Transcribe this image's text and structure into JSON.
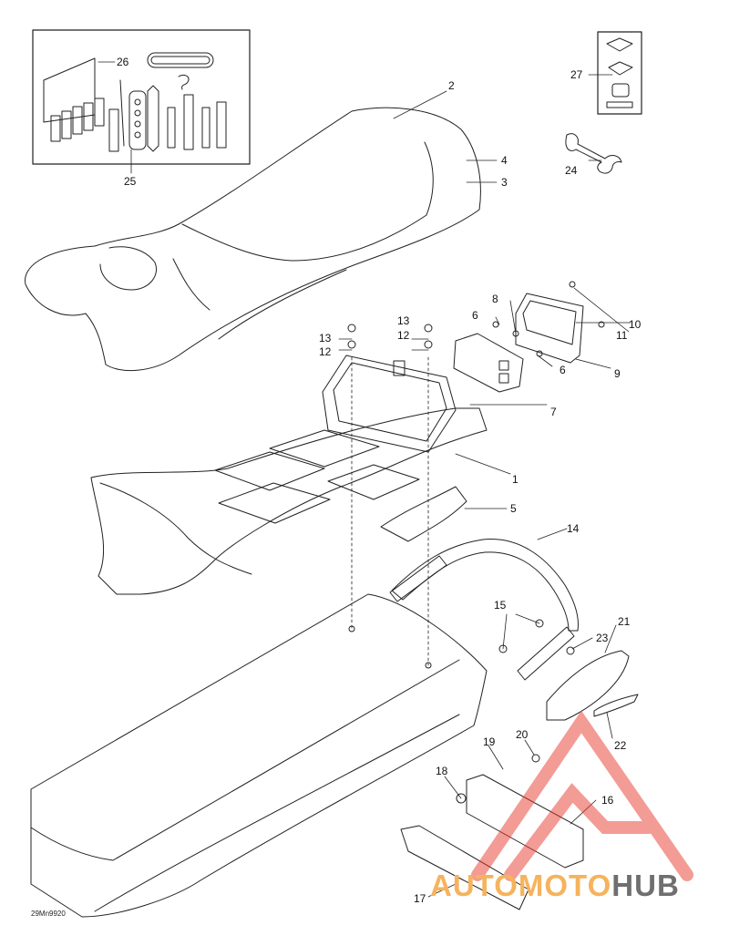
{
  "callouts": {
    "c1": "1",
    "c2": "2",
    "c3": "3",
    "c4": "4",
    "c5": "5",
    "c6a": "6",
    "c6b": "6",
    "c7": "7",
    "c8": "8",
    "c9": "9",
    "c10": "10",
    "c11": "11",
    "c12a": "12",
    "c12b": "12",
    "c13a": "13",
    "c13b": "13",
    "c14": "14",
    "c15": "15",
    "c16": "16",
    "c17": "17",
    "c18": "18",
    "c19": "19",
    "c20": "20",
    "c21": "21",
    "c22": "22",
    "c23": "23",
    "c24": "24",
    "c25": "25",
    "c26": "26",
    "c27": "27"
  },
  "diagram_code": "29Mn9920",
  "watermark": {
    "part1": "AUTOMOTO",
    "part2": "HUB"
  },
  "colors": {
    "line": "#222222",
    "logo_red": "#e8392e",
    "watermark_orange": "#f6b35d",
    "watermark_gray": "#6f6f6f"
  }
}
